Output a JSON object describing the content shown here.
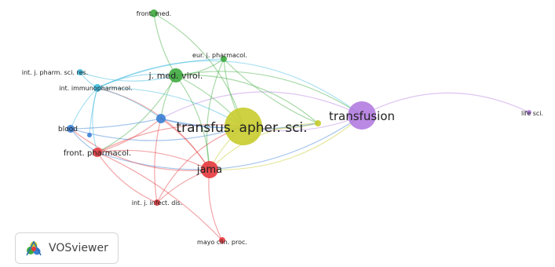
{
  "colors": {
    "red": "#e5393e",
    "green": "#3faa3f",
    "blue": "#3a7fd5",
    "yellow": "#c8cc2e",
    "purple": "#b27ce0",
    "cyan": "#3ebbe0"
  },
  "nodes": [
    {
      "id": "transfus-apher-sci",
      "label": "transfus. apher. sci.",
      "cluster": "yellow"
    },
    {
      "id": "transfusion",
      "label": "transfusion",
      "cluster": "purple"
    },
    {
      "id": "jama",
      "label": "jama",
      "cluster": "red"
    },
    {
      "id": "j-med-virol",
      "label": "j. med. virol.",
      "cluster": "green"
    },
    {
      "id": "front-med",
      "label": "front. med.",
      "cluster": "green"
    },
    {
      "id": "eur-j-pharmacol",
      "label": "eur. j. pharmacol.",
      "cluster": "green"
    },
    {
      "id": "int-j-pharm-sci-res",
      "label": "int. j. pharm. sci. res.",
      "cluster": "cyan"
    },
    {
      "id": "int-immunopharmacol",
      "label": "int. immunopharmacol.",
      "cluster": "cyan"
    },
    {
      "id": "blood",
      "label": "blood",
      "cluster": "blue"
    },
    {
      "id": "front-pharmacol",
      "label": "front. pharmacol.",
      "cluster": "red"
    },
    {
      "id": "int-j-infect-dis",
      "label": "int. j. infect. dis.",
      "cluster": "red"
    },
    {
      "id": "mayo-clin-proc",
      "label": "mayo clin. proc.",
      "cluster": "red"
    },
    {
      "id": "life-sci",
      "label": "life sci.",
      "cluster": "purple"
    },
    {
      "id": "blue-hub",
      "label": "",
      "cluster": "blue"
    },
    {
      "id": "yellow-small",
      "label": "",
      "cluster": "yellow"
    },
    {
      "id": "cyan-small",
      "label": "",
      "cluster": "blue"
    }
  ],
  "logo": {
    "text": "VOSviewer"
  }
}
